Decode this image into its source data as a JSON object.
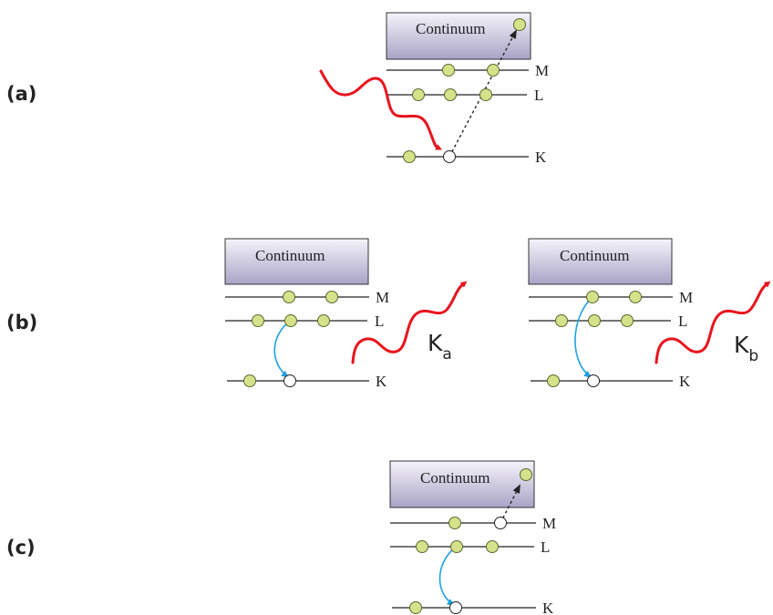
{
  "panels": [
    {
      "label": "(a)"
    },
    {
      "label": "(b)"
    },
    {
      "label": "(c)"
    }
  ],
  "continuum_label": "Continuum",
  "shells": {
    "m": "M",
    "l": "L",
    "k": "K"
  },
  "emission_lines": [
    {
      "main": "K",
      "sub": "a"
    },
    {
      "main": "K",
      "sub": "b"
    }
  ],
  "colors": {
    "electron": "#d6e28a",
    "electron_stroke": "#556b2f",
    "photon": "#e8141e",
    "transition": "#1da1e2",
    "ejection": "#222222",
    "continuum_top": "#f6f4fb",
    "continuum_bottom": "#aaa3c6"
  }
}
